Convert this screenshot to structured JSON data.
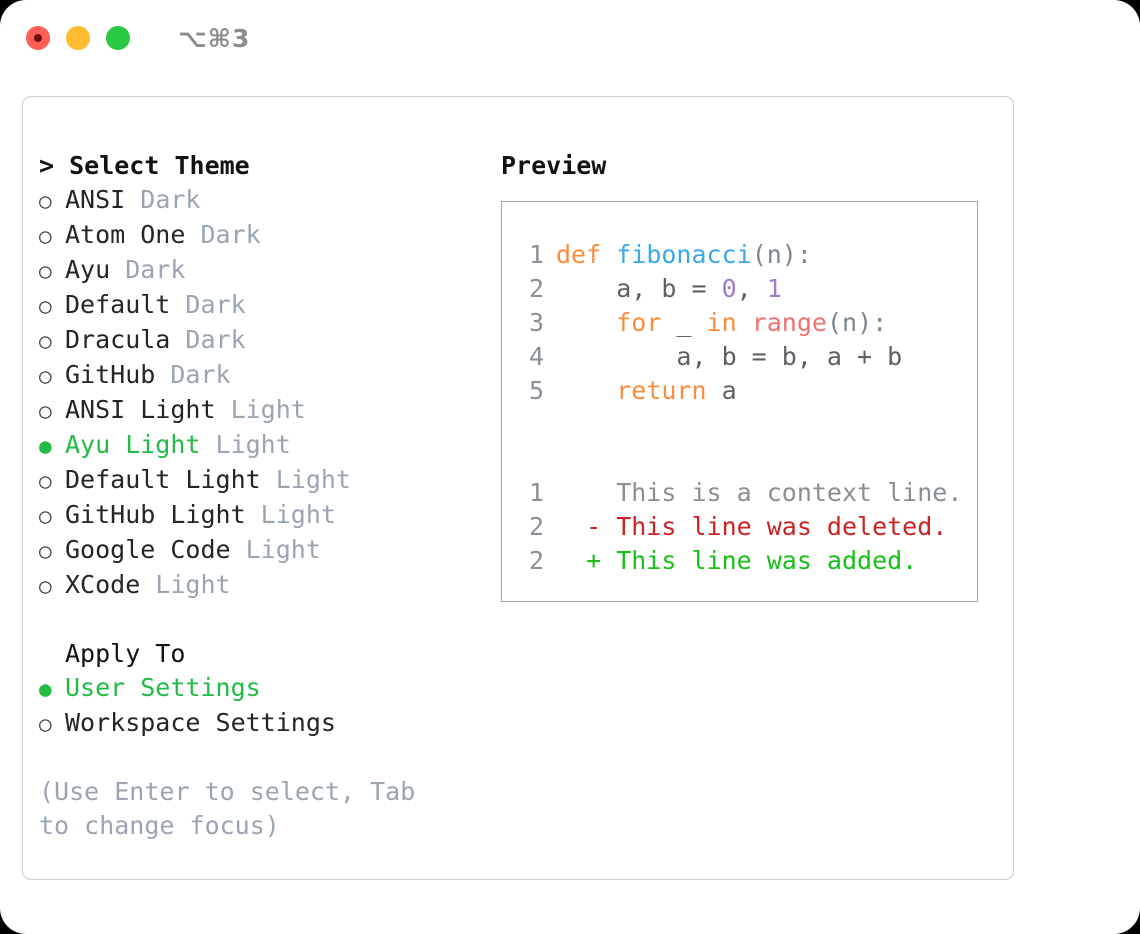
{
  "titlebar": {
    "shortcut": "⌥⌘3",
    "lights": [
      "close",
      "minimize",
      "zoom"
    ]
  },
  "left": {
    "header": "> Select Theme",
    "themes": [
      {
        "bullet": "○",
        "name": "ANSI",
        "kind": "Dark",
        "selected": false
      },
      {
        "bullet": "○",
        "name": "Atom One",
        "kind": "Dark",
        "selected": false
      },
      {
        "bullet": "○",
        "name": "Ayu",
        "kind": "Dark",
        "selected": false
      },
      {
        "bullet": "○",
        "name": "Default",
        "kind": "Dark",
        "selected": false
      },
      {
        "bullet": "○",
        "name": "Dracula",
        "kind": "Dark",
        "selected": false
      },
      {
        "bullet": "○",
        "name": "GitHub",
        "kind": "Dark",
        "selected": false
      },
      {
        "bullet": "○",
        "name": "ANSI Light",
        "kind": "Light",
        "selected": false
      },
      {
        "bullet": "●",
        "name": "Ayu Light",
        "kind": "Light",
        "selected": true
      },
      {
        "bullet": "○",
        "name": "Default Light",
        "kind": "Light",
        "selected": false
      },
      {
        "bullet": "○",
        "name": "GitHub Light",
        "kind": "Light",
        "selected": false
      },
      {
        "bullet": "○",
        "name": "Google Code",
        "kind": "Light",
        "selected": false
      },
      {
        "bullet": "○",
        "name": "XCode",
        "kind": "Light",
        "selected": false
      }
    ],
    "apply_to_label": "Apply To",
    "apply_to": [
      {
        "bullet": "●",
        "name": "User Settings",
        "selected": true
      },
      {
        "bullet": "○",
        "name": "Workspace Settings",
        "selected": false
      }
    ],
    "hint": "(Use Enter to select, Tab to change focus)"
  },
  "right": {
    "header": "Preview",
    "code": [
      {
        "n": "1",
        "tokens": [
          {
            "t": "def",
            "c": "kw"
          },
          {
            "t": " ",
            "c": "pl"
          },
          {
            "t": "fibonacci",
            "c": "fn"
          },
          {
            "t": "(n):",
            "c": "punc"
          }
        ]
      },
      {
        "n": "2",
        "tokens": [
          {
            "t": "    a, b = ",
            "c": "pl"
          },
          {
            "t": "0",
            "c": "num"
          },
          {
            "t": ", ",
            "c": "pl"
          },
          {
            "t": "1",
            "c": "num"
          }
        ]
      },
      {
        "n": "3",
        "tokens": [
          {
            "t": "    ",
            "c": "pl"
          },
          {
            "t": "for",
            "c": "kw"
          },
          {
            "t": " _ ",
            "c": "pl"
          },
          {
            "t": "in",
            "c": "kw"
          },
          {
            "t": " ",
            "c": "pl"
          },
          {
            "t": "range",
            "c": "bi"
          },
          {
            "t": "(n):",
            "c": "punc"
          }
        ]
      },
      {
        "n": "4",
        "tokens": [
          {
            "t": "        a, b = b, a + b",
            "c": "pl"
          }
        ]
      },
      {
        "n": "5",
        "tokens": [
          {
            "t": "    ",
            "c": "pl"
          },
          {
            "t": "return",
            "c": "kw"
          },
          {
            "t": " a",
            "c": "pl"
          }
        ]
      }
    ],
    "diff": [
      {
        "n": "1",
        "marker": " ",
        "text": "This is a context line.",
        "kind": "ctx"
      },
      {
        "n": "2",
        "marker": "-",
        "text": "This line was deleted.",
        "kind": "del"
      },
      {
        "n": "2",
        "marker": "+",
        "text": "This line was added.",
        "kind": "add"
      }
    ]
  },
  "colors": {
    "accent_green": "#22bb44",
    "muted": "#9aa5b1",
    "keyword": "#fa8d3e",
    "function": "#3aa8e8",
    "number": "#a37acc",
    "builtin": "#f07171",
    "diff_add": "#17c017",
    "diff_del": "#cc2222"
  }
}
